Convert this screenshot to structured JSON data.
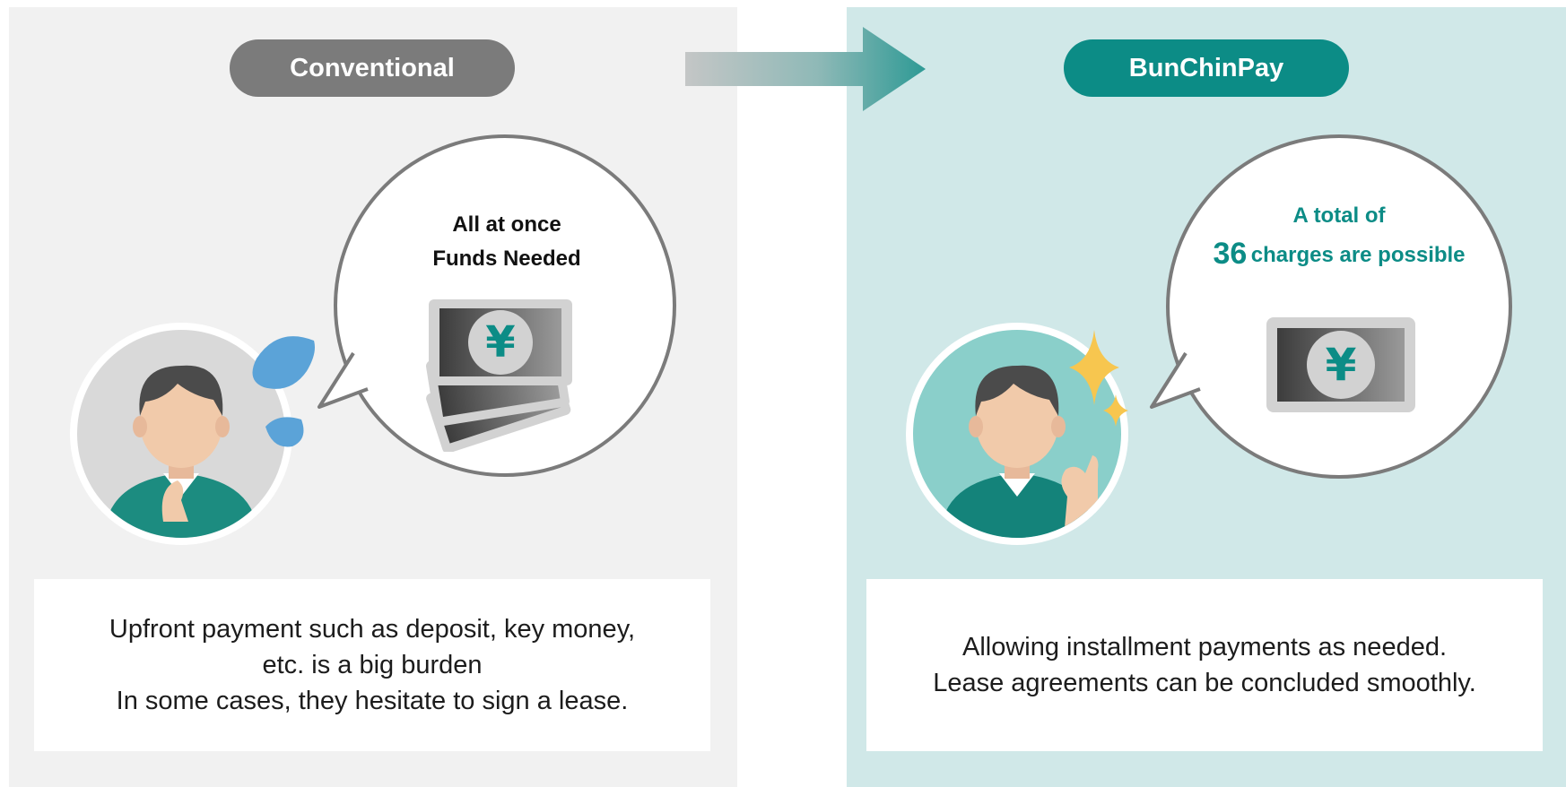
{
  "left": {
    "label": "Conventional",
    "bubble_lines": [
      "All at once",
      "Funds Needed"
    ],
    "caption_lines": [
      "Upfront payment such as deposit, key money,",
      "etc. is a big burden",
      "In some cases, they hesitate to sign a lease."
    ]
  },
  "right": {
    "label": "BunChinPay",
    "bubble_line1": "A total of",
    "bubble_number": "36",
    "bubble_rest": "charges are possible",
    "caption_lines": [
      "Allowing installment payments as needed.",
      "Lease agreements can be concluded smoothly."
    ]
  },
  "colors": {
    "teal": "#0c8c86",
    "gray": "#7b7b7b",
    "left_panel": "#f1f1f1",
    "right_panel": "#d0e8e8"
  },
  "icons": {
    "arrow": "right-arrow-icon",
    "worried_person": "worried-person-icon",
    "happy_person": "ok-gesture-person-icon",
    "sweat": "sweat-drops-icon",
    "sparkle": "sparkle-icon",
    "yen_stack": "yen-banknote-stack-icon",
    "yen_single": "yen-banknote-icon"
  }
}
